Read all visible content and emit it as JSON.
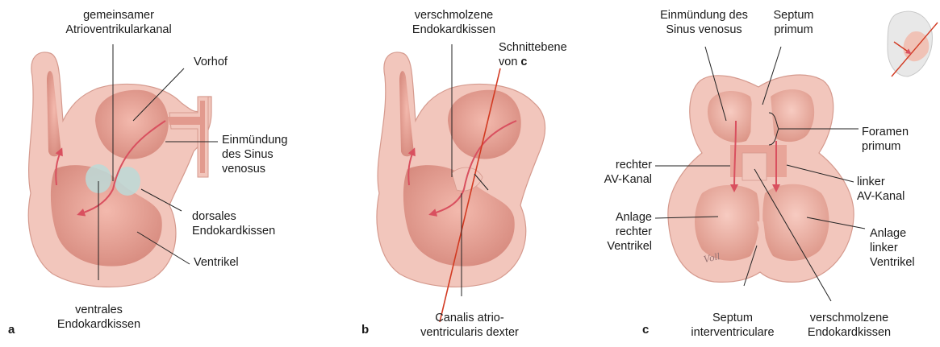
{
  "panels": {
    "a": {
      "letter": "a",
      "labels": {
        "av_canal": "gemeinsamer\nAtrioventrikularkanal",
        "vorhof": "Vorhof",
        "sinus": "Einmündung\ndes Sinus\nvenosus",
        "dorsal": "dorsales\nEndokardkissen",
        "ventrikel": "Ventrikel",
        "ventral": "ventrales\nEndokardkissen"
      }
    },
    "b": {
      "letter": "b",
      "labels": {
        "fused": "verschmolzene\nEndokardkissen",
        "plane_text": "Schnittebene\nvon ",
        "plane_ref": "c",
        "canalis": "Canalis atrio-\nventricularis dexter"
      }
    },
    "c": {
      "letter": "c",
      "labels": {
        "sinus": "Einmündung des\nSinus venosus",
        "septum_primum": "Septum\nprimum",
        "foramen": "Foramen\nprimum",
        "rechter_av": "rechter\nAV-Kanal",
        "linker_av": "linker\nAV-Kanal",
        "rechter_v": "Anlage\nrechter\nVentrikel",
        "linker_v": "Anlage\nlinker\nVentrikel",
        "septum_iv": "Septum\ninterventriculare",
        "fused": "verschmolzene\nEndokardkissen"
      },
      "signature": "Voll"
    }
  },
  "colors": {
    "wall": "#f2c6bc",
    "wall_edge": "#d59a8e",
    "lumen": "#e8a599",
    "lumen_dark": "#c97f74",
    "cushion": "#bcd9d7",
    "arrow": "#d9505f",
    "plane": "#d23a22",
    "leader": "#222222"
  }
}
